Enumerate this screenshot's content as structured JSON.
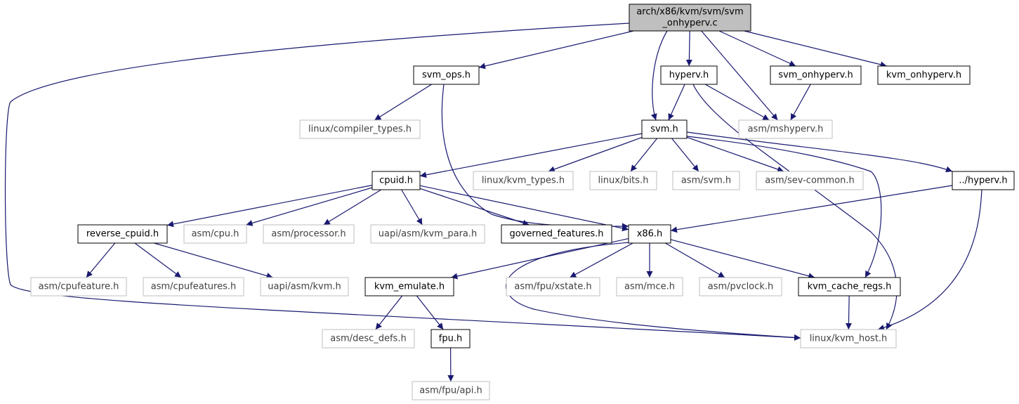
{
  "colors": {
    "edge": "#191970",
    "root_fill": "#bfbfbf",
    "node_border": "#000000",
    "external_border": "#bfbfbf",
    "external_text": "#404040",
    "text": "#000000"
  },
  "nodes": {
    "root": {
      "lines": [
        "arch/x86/kvm/svm/svm",
        "_onhyperv.c"
      ],
      "kind": "root"
    },
    "svm_ops": {
      "lines": [
        "svm_ops.h"
      ],
      "kind": "internal"
    },
    "hyperv": {
      "lines": [
        "hyperv.h"
      ],
      "kind": "internal"
    },
    "svm_onhyperv": {
      "lines": [
        "svm_onhyperv.h"
      ],
      "kind": "internal"
    },
    "kvm_onhyperv": {
      "lines": [
        "kvm_onhyperv.h"
      ],
      "kind": "internal"
    },
    "compiler_types": {
      "lines": [
        "linux/compiler_types.h"
      ],
      "kind": "external"
    },
    "svm": {
      "lines": [
        "svm.h"
      ],
      "kind": "internal"
    },
    "mshyperv": {
      "lines": [
        "asm/mshyperv.h"
      ],
      "kind": "external"
    },
    "cpuid": {
      "lines": [
        "cpuid.h"
      ],
      "kind": "internal"
    },
    "kvm_types": {
      "lines": [
        "linux/kvm_types.h"
      ],
      "kind": "external"
    },
    "bits": {
      "lines": [
        "linux/bits.h"
      ],
      "kind": "external"
    },
    "asm_svm": {
      "lines": [
        "asm/svm.h"
      ],
      "kind": "external"
    },
    "sev_common": {
      "lines": [
        "asm/sev-common.h"
      ],
      "kind": "external"
    },
    "hyperv2": {
      "lines": [
        "../hyperv.h"
      ],
      "kind": "internal"
    },
    "reverse_cpuid": {
      "lines": [
        "reverse_cpuid.h"
      ],
      "kind": "internal"
    },
    "asm_cpu": {
      "lines": [
        "asm/cpu.h"
      ],
      "kind": "external"
    },
    "asm_processor": {
      "lines": [
        "asm/processor.h"
      ],
      "kind": "external"
    },
    "kvm_para": {
      "lines": [
        "uapi/asm/kvm_para.h"
      ],
      "kind": "external"
    },
    "governed": {
      "lines": [
        "governed_features.h"
      ],
      "kind": "internal"
    },
    "x86": {
      "lines": [
        "x86.h"
      ],
      "kind": "internal"
    },
    "cpufeature": {
      "lines": [
        "asm/cpufeature.h"
      ],
      "kind": "external"
    },
    "cpufeatures": {
      "lines": [
        "asm/cpufeatures.h"
      ],
      "kind": "external"
    },
    "uapi_kvm": {
      "lines": [
        "uapi/asm/kvm.h"
      ],
      "kind": "external"
    },
    "kvm_emulate": {
      "lines": [
        "kvm_emulate.h"
      ],
      "kind": "internal"
    },
    "xstate": {
      "lines": [
        "asm/fpu/xstate.h"
      ],
      "kind": "external"
    },
    "mce": {
      "lines": [
        "asm/mce.h"
      ],
      "kind": "external"
    },
    "pvclock": {
      "lines": [
        "asm/pvclock.h"
      ],
      "kind": "external"
    },
    "kvm_cache_regs": {
      "lines": [
        "kvm_cache_regs.h"
      ],
      "kind": "internal"
    },
    "desc_defs": {
      "lines": [
        "asm/desc_defs.h"
      ],
      "kind": "external"
    },
    "fpu": {
      "lines": [
        "fpu.h"
      ],
      "kind": "internal"
    },
    "kvm_host": {
      "lines": [
        "linux/kvm_host.h"
      ],
      "kind": "external"
    },
    "fpu_api": {
      "lines": [
        "asm/fpu/api.h"
      ],
      "kind": "external"
    }
  },
  "edges": [
    [
      "root",
      "svm_ops"
    ],
    [
      "root",
      "hyperv"
    ],
    [
      "root",
      "svm_onhyperv"
    ],
    [
      "root",
      "kvm_onhyperv"
    ],
    [
      "root",
      "svm"
    ],
    [
      "root",
      "mshyperv"
    ],
    [
      "root",
      "kvm_host"
    ],
    [
      "svm_ops",
      "compiler_types"
    ],
    [
      "svm_ops",
      "x86"
    ],
    [
      "hyperv",
      "svm"
    ],
    [
      "hyperv",
      "mshyperv"
    ],
    [
      "hyperv",
      "kvm_host"
    ],
    [
      "svm_onhyperv",
      "mshyperv"
    ],
    [
      "svm",
      "cpuid"
    ],
    [
      "svm",
      "kvm_types"
    ],
    [
      "svm",
      "bits"
    ],
    [
      "svm",
      "asm_svm"
    ],
    [
      "svm",
      "sev_common"
    ],
    [
      "svm",
      "hyperv2"
    ],
    [
      "svm",
      "kvm_cache_regs"
    ],
    [
      "cpuid",
      "reverse_cpuid"
    ],
    [
      "cpuid",
      "asm_cpu"
    ],
    [
      "cpuid",
      "asm_processor"
    ],
    [
      "cpuid",
      "kvm_para"
    ],
    [
      "cpuid",
      "governed"
    ],
    [
      "cpuid",
      "x86"
    ],
    [
      "hyperv2",
      "x86"
    ],
    [
      "hyperv2",
      "kvm_host"
    ],
    [
      "reverse_cpuid",
      "cpufeature"
    ],
    [
      "reverse_cpuid",
      "cpufeatures"
    ],
    [
      "reverse_cpuid",
      "uapi_kvm"
    ],
    [
      "x86",
      "kvm_emulate"
    ],
    [
      "x86",
      "xstate"
    ],
    [
      "x86",
      "mce"
    ],
    [
      "x86",
      "pvclock"
    ],
    [
      "x86",
      "kvm_cache_regs"
    ],
    [
      "x86",
      "kvm_host"
    ],
    [
      "kvm_emulate",
      "desc_defs"
    ],
    [
      "kvm_emulate",
      "fpu"
    ],
    [
      "kvm_cache_regs",
      "kvm_host"
    ],
    [
      "fpu",
      "fpu_api"
    ]
  ]
}
